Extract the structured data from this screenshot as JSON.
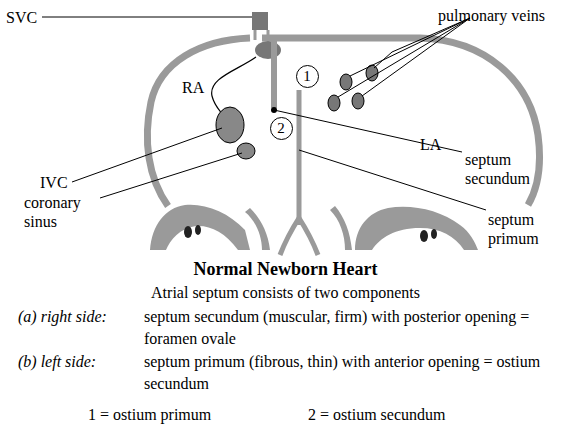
{
  "diagram": {
    "title": "Normal Newborn Heart",
    "nodes": [
      {
        "text": [
          "1"
        ]
      },
      {
        "text": [
          "2"
        ]
      }
    ],
    "labels": [
      "SVC",
      "pulmonary veins",
      "RA",
      "LA",
      "IVC",
      "coronary sinus",
      "septum secundum",
      "septum primum",
      "Atrial septum consists of two components",
      "(a) right side:",
      "septum secundum (muscular, firm) with posterior opening = foramen ovale",
      "(b) left side:",
      "septum primum (fibrous, thin) with anterior opening = ostium secundum",
      "1 = ostium primum",
      "2 = ostium secundum"
    ]
  }
}
